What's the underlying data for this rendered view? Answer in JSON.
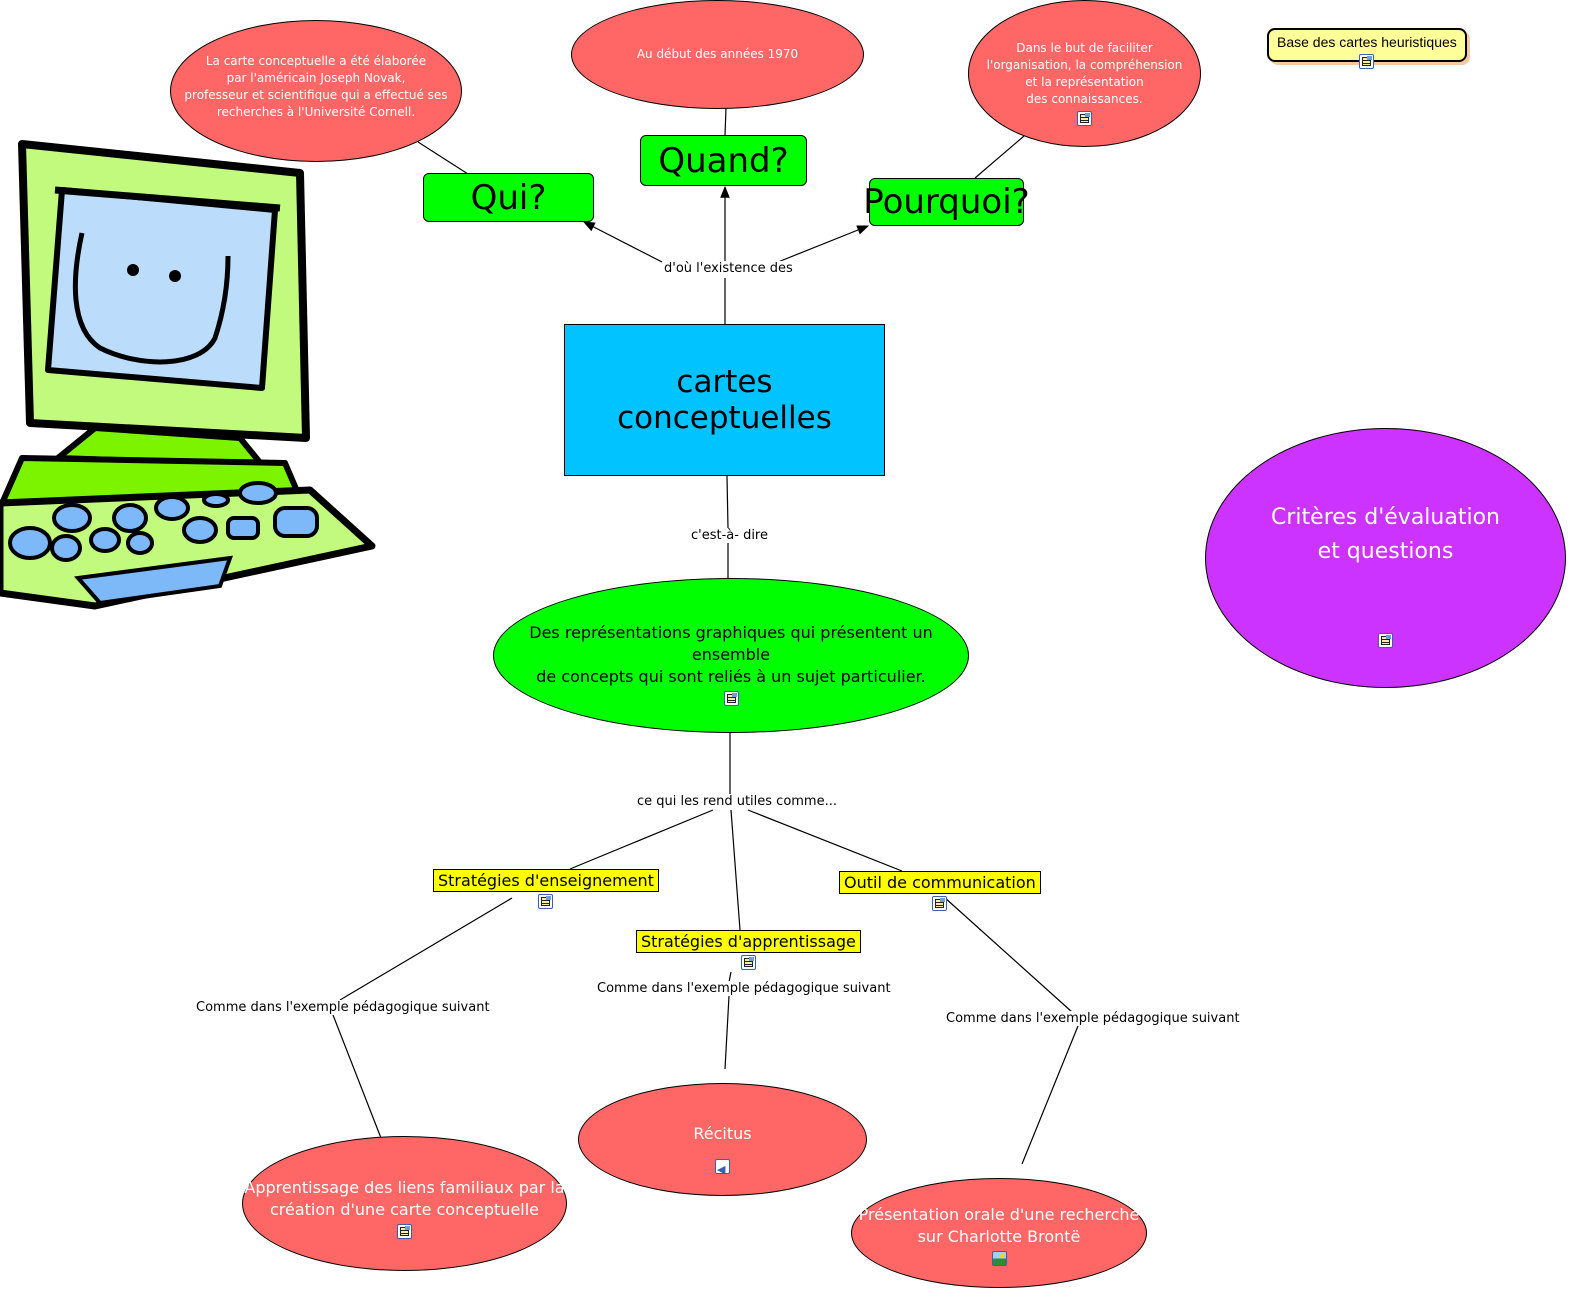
{
  "map_title": "cartes conceptuelles",
  "colors": {
    "central": "#00c3ff",
    "question_node": "#00ff00",
    "definition_node": "#00ff00",
    "answer_node": "#ff6666",
    "use_node": "#ffff00",
    "criteria_node": "#cc33ff",
    "topic_button": "#ffff99"
  },
  "topic_button": {
    "label": "Base des cartes heuristiques",
    "icon": "document-resource-icon"
  },
  "central": {
    "label": "cartes conceptuelles"
  },
  "links": {
    "origin": "d'où l'existence des",
    "definition": "c'est-à- dire",
    "uses": "ce qui les rend utiles comme...",
    "example_left": "Comme dans l'exemple pédagogique suivant",
    "example_middle": "Comme dans l'exemple pédagogique suivant",
    "example_right": "Comme dans l'exemple pédagogique suivant"
  },
  "questions": [
    {
      "label": "Qui?"
    },
    {
      "label": "Quand?"
    },
    {
      "label": "Pourquoi?"
    }
  ],
  "answers": [
    {
      "lines": [
        "La carte conceptuelle a été élaborée",
        "par l'américain Joseph Novak,",
        "professeur et scientifique qui a effectué ses",
        "recherches à l'Université Cornell."
      ]
    },
    {
      "lines": [
        "Au début des années 1970"
      ]
    },
    {
      "lines": [
        "Dans le but de faciliter",
        "l'organisation, la compréhension",
        "et la représentation",
        "des connaissances."
      ],
      "icon": "document-resource-icon"
    }
  ],
  "definition": {
    "lines": [
      "Des représentations graphiques qui présentent un ensemble",
      "de concepts qui sont reliés à un sujet particulier."
    ],
    "icon": "document-resource-icon"
  },
  "criteria": {
    "lines": [
      "Critères d'évaluation",
      "et questions"
    ],
    "icon": "document-resource-icon"
  },
  "uses": [
    {
      "label": "Stratégies d'enseignement",
      "icon": "document-resource-icon"
    },
    {
      "label": "Stratégies d'apprentissage",
      "icon": "document-resource-icon"
    },
    {
      "label": "Outil de communication",
      "icon": "document-resource-icon"
    }
  ],
  "examples": [
    {
      "lines": [
        "Apprentissage des liens familiaux par la",
        "création d'une carte conceptuelle"
      ],
      "icon": "document-resource-icon"
    },
    {
      "lines": [
        "Récitus"
      ],
      "icon": "audio-resource-icon"
    },
    {
      "lines": [
        "Présentation orale d'une recherche",
        "sur Charlotte Brontë"
      ],
      "icon": "image-resource-icon"
    }
  ]
}
